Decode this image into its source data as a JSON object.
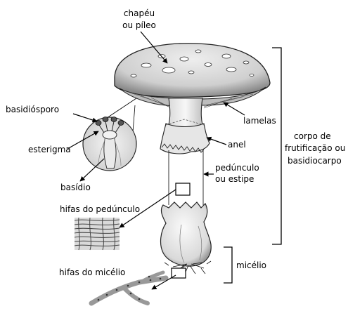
{
  "labels": {
    "chapeu_line1": "chapéu",
    "chapeu_line2": "ou píleo",
    "basidiosporo": "basidiósporo",
    "esterigma": "esterigma",
    "basidio": "basídio",
    "lamelas": "lamelas",
    "anel": "anel",
    "pedunculo_line1": "pedúnculo",
    "pedunculo_line2": "ou estipe",
    "hifas_pedunculo": "hifas do pedúnculo",
    "hifas_micelio": "hifas do micélio",
    "micelio": "micélio",
    "corpo_line1": "corpo de",
    "corpo_line2": "frutificação ou",
    "corpo_line3": "basidiocarpo"
  }
}
